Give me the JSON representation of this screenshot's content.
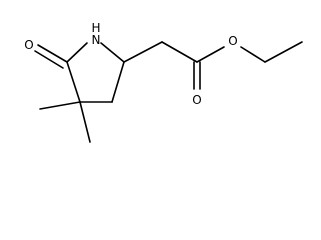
{
  "molecule": {
    "atoms": {
      "ring_nitrogen": "N",
      "ring_nitrogen_hydrogen": "H",
      "lactam_oxygen": "O",
      "carbonyl_oxygen": "O",
      "ester_oxygen": "O"
    }
  }
}
